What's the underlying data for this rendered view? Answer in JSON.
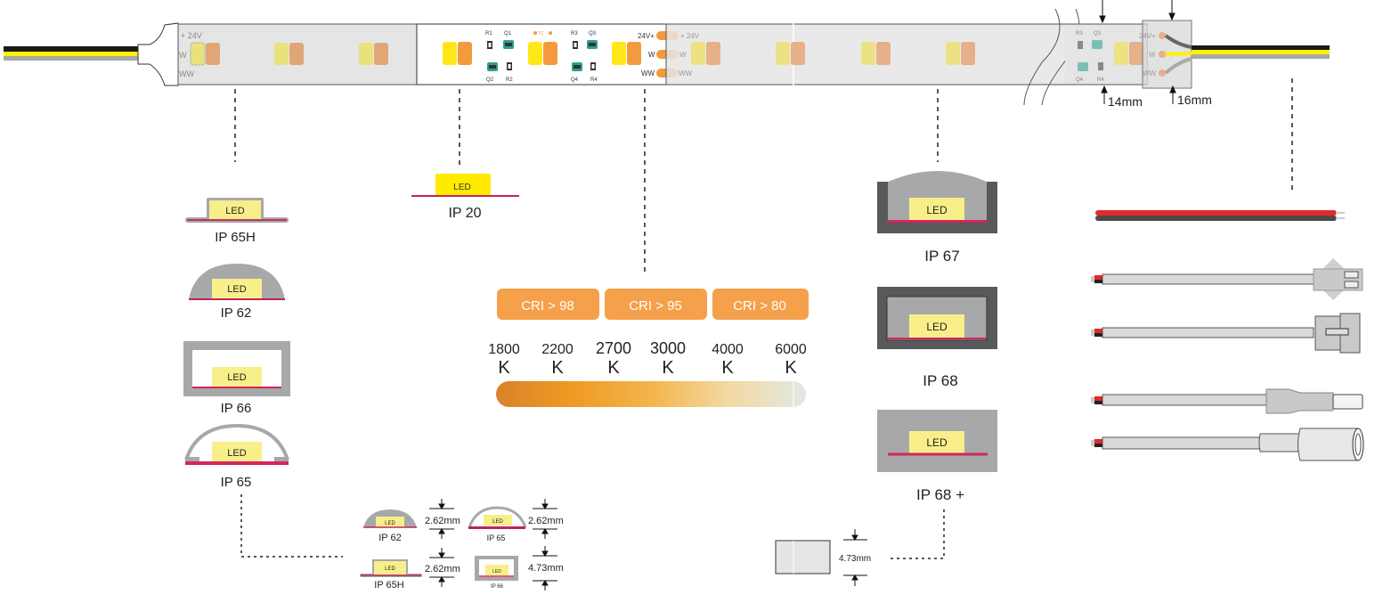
{
  "strip": {
    "pins": [
      "24V",
      "W",
      "WW"
    ],
    "pin_plus_24v": "+ 24V",
    "pad_labels": [
      "24V+",
      "W",
      "WW"
    ],
    "components_top": [
      "R1",
      "Q1",
      "TC",
      "R3",
      "Q3"
    ],
    "components_bottom": [
      "Q2",
      "R2",
      "Q4",
      "R4"
    ],
    "end_top": [
      "R3",
      "Q3"
    ],
    "end_bottom": [
      "Q4",
      "R4"
    ],
    "width_inner": "14mm",
    "width_outer": "16mm"
  },
  "ip_left": [
    {
      "led": "LED",
      "label": "IP 65H"
    },
    {
      "led": "LED",
      "label": "IP 62"
    },
    {
      "led": "LED",
      "label": "IP 66"
    },
    {
      "led": "LED",
      "label": "IP 65"
    }
  ],
  "ip20": {
    "led": "LED",
    "label": "IP 20"
  },
  "ip_right": [
    {
      "led": "LED",
      "label": "IP 67"
    },
    {
      "led": "LED",
      "label": "IP 68"
    },
    {
      "led": "LED",
      "label": "IP 68 +"
    }
  ],
  "cri": [
    "CRI > 98",
    "CRI > 95",
    "CRI > 80"
  ],
  "cct": [
    {
      "value": "1800",
      "unit": "K"
    },
    {
      "value": "2200",
      "unit": "K"
    },
    {
      "value": "2700",
      "unit": "K"
    },
    {
      "value": "3000",
      "unit": "K"
    },
    {
      "value": "4000",
      "unit": "K"
    },
    {
      "value": "6000",
      "unit": "K"
    }
  ],
  "dims_small": [
    {
      "led": "LED",
      "label": "IP 62",
      "dim": "2.62mm"
    },
    {
      "led": "LED",
      "label": "IP 65",
      "dim": "2.62mm"
    },
    {
      "led": "LED",
      "label": "IP 65H",
      "dim": "2.62mm"
    },
    {
      "led": "LED",
      "label": "IP 66",
      "dim": "4.73mm"
    }
  ],
  "dim_ip68plus": "4.73mm",
  "colors": {
    "orange": "#f5a04a",
    "magenta": "#d6245c",
    "led_yellow": "#f8ef8a",
    "ip20_yellow": "#ffeb00",
    "gray": "#a7a8aa",
    "dark_gray": "#58595b",
    "wire_red": "#e32a2a"
  }
}
